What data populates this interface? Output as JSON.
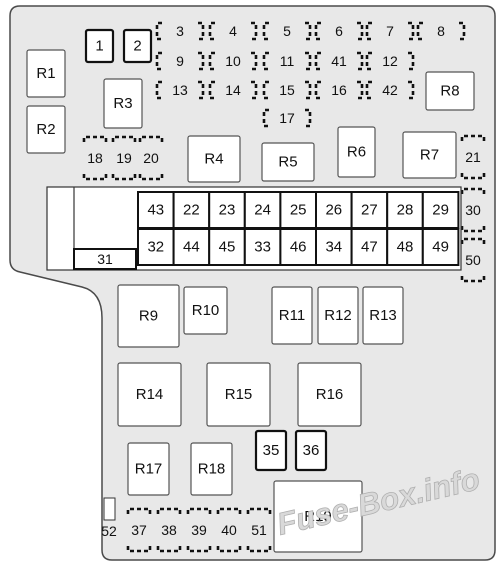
{
  "relays": [
    "R1",
    "R2",
    "R3",
    "R4",
    "R5",
    "R6",
    "R7",
    "R8",
    "R9",
    "R10",
    "R11",
    "R12",
    "R13",
    "R14",
    "R15",
    "R16",
    "R17",
    "R18",
    "R19"
  ],
  "fuses_solid": [
    "1",
    "2",
    "35",
    "36"
  ],
  "fuses_dashed": [
    "3",
    "4",
    "5",
    "6",
    "7",
    "8",
    "9",
    "10",
    "11",
    "41",
    "12",
    "13",
    "14",
    "15",
    "16",
    "42",
    "17",
    "18",
    "19",
    "20",
    "21",
    "30",
    "50",
    "52",
    "37",
    "38",
    "39",
    "40",
    "51"
  ],
  "fuse_block": {
    "row1": [
      "43",
      "22",
      "23",
      "24",
      "25",
      "26",
      "27",
      "28",
      "29"
    ],
    "row2": [
      "32",
      "44",
      "45",
      "33",
      "46",
      "34",
      "47",
      "48",
      "49"
    ],
    "side": "31"
  },
  "watermark": "Fuse-Box.info"
}
